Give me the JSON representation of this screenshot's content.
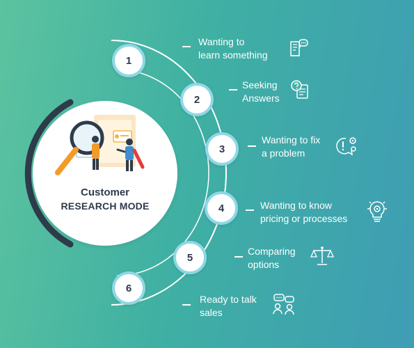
{
  "hub": {
    "title_line1": "Customer",
    "title_line2": "RESEARCH MODE",
    "illustration": "magnifier-and-people-illustration"
  },
  "steps": [
    {
      "number": "1",
      "line1": "Wanting to",
      "line2": "learn something",
      "icon": "book-with-chat-icon"
    },
    {
      "number": "2",
      "line1": "Seeking",
      "line2": "Answers",
      "icon": "question-document-icon"
    },
    {
      "number": "3",
      "line1": "Wanting to fix",
      "line2": "a problem",
      "icon": "problem-gears-icon"
    },
    {
      "number": "4",
      "line1": "Wanting to know",
      "line2": "pricing or processes",
      "icon": "lightbulb-gear-icon"
    },
    {
      "number": "5",
      "line1": "Comparing",
      "line2": "options",
      "icon": "balance-scale-icon"
    },
    {
      "number": "6",
      "line1": "Ready to talk",
      "line2": "sales",
      "icon": "conversation-icon"
    }
  ],
  "colors": {
    "background_left": "#5cc39f",
    "background_right": "#3f9db4",
    "dark_arc": "#2e3b4a",
    "circle_border": "#8fd7e6",
    "text_dark": "#2e3b4a"
  }
}
